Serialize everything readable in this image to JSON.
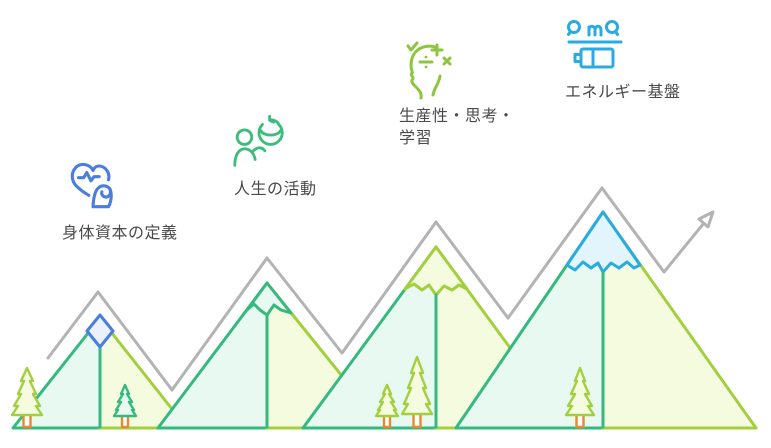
{
  "colors": {
    "teal": "#35b97e",
    "teal_fill": "#e8f9f1",
    "lime": "#a3cf3f",
    "lime_fill": "#f5fbdf",
    "limeicon": "#8cc63f",
    "green": "#3dbd7d",
    "blue": "#4a7de0",
    "blue_fill": "#eaf1fc",
    "cyan": "#29abe2",
    "cyan_fill": "#e3f5fc",
    "gray": "#b3b3b3",
    "orange": "#e8882f",
    "text": "#4a4a4a"
  },
  "steps": [
    {
      "label": "身体資本の定義",
      "icon": "heart-muscle-icon",
      "color": "#4a7de0"
    },
    {
      "label": "人生の活動",
      "icon": "person-activity-icon",
      "color": "#3dbd7d"
    },
    {
      "label": "生産性・思考・学習",
      "label_lines": {
        "l1": "生産性・思考・",
        "l2": "学習"
      },
      "icon": "thinking-head-icon",
      "color": "#8cc63f"
    },
    {
      "label": "エネルギー基盤",
      "icon": "energy-battery-icon",
      "color": "#29abe2"
    }
  ]
}
